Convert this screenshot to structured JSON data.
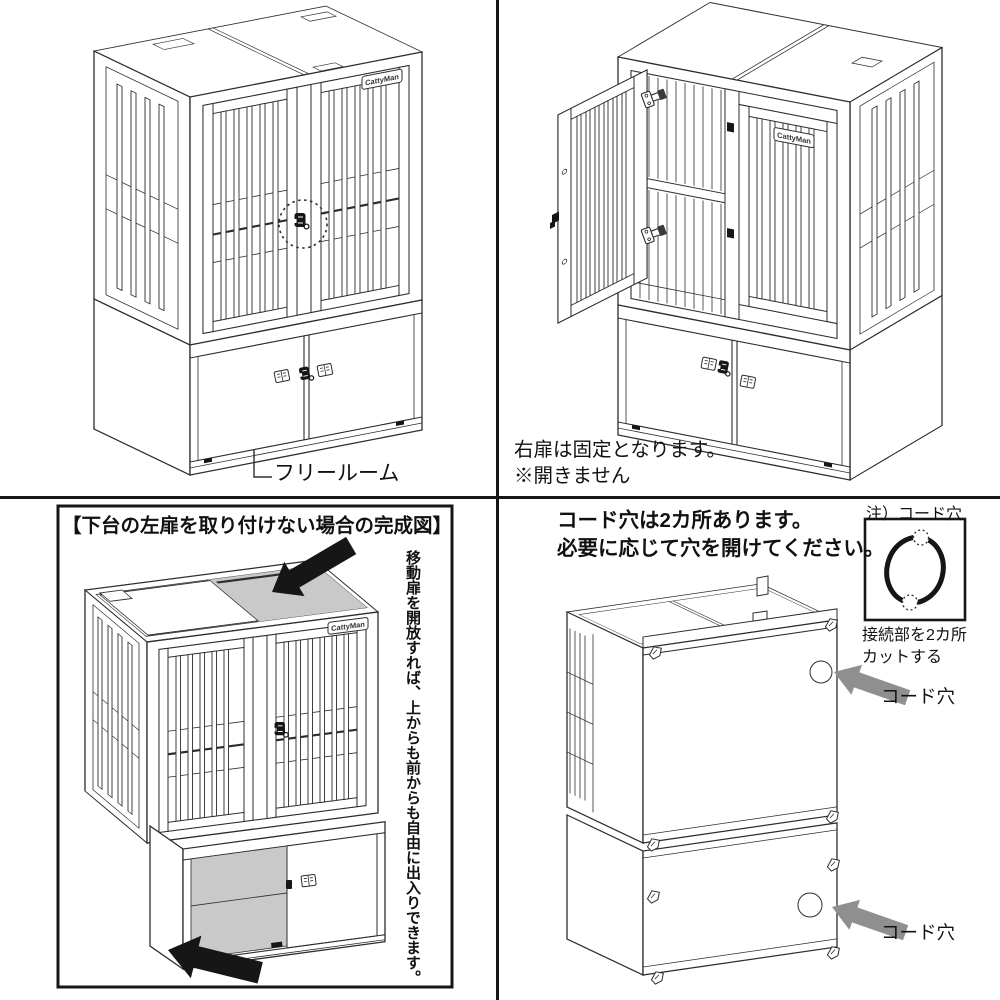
{
  "colors": {
    "line": "#2d2d2d",
    "shade_gray": "#c9c9c9",
    "arrow_gray": "#8f8f8f",
    "arrow_black": "#161616"
  },
  "tl": {
    "free_room_label": "フリールーム",
    "brand": "CattyMan"
  },
  "tr": {
    "note1": "右扉は固定となります。",
    "note2": "※開きません",
    "brand": "CattyMan"
  },
  "bl": {
    "title": "【下台の左扉を取り付けない場合の完成図】",
    "side_note": "移動扉を開放すれば、上からも前からも自由に出入りできます。",
    "brand": "CattyMan"
  },
  "br": {
    "line1": "コード穴は2カ所あります。",
    "line2": "必要に応じて穴を開けてください。",
    "note_title": "注）コード穴",
    "caption1": "接続部を2カ所",
    "caption2": "カットする",
    "hole_label_top": "コード穴",
    "hole_label_bottom": "コード穴"
  }
}
